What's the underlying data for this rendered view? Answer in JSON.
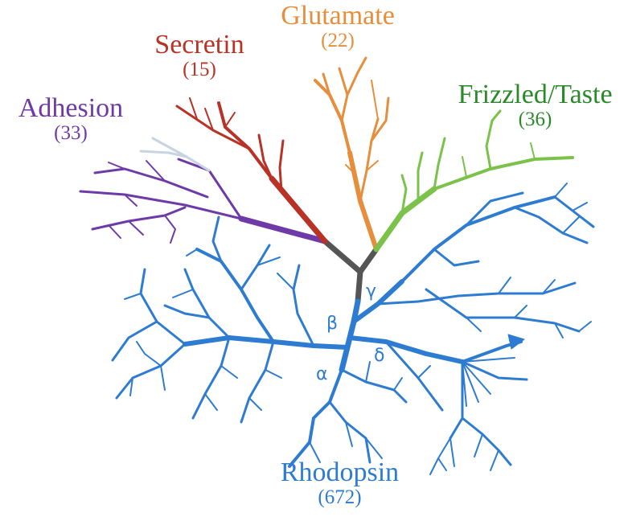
{
  "colors": {
    "rhodopsin": "#2e7cd1",
    "adhesion": "#6e3aa8",
    "secretin": "#b83226",
    "glutamate": "#e68e3c",
    "frizzled_taste": "#7bc24a",
    "frizzled_label": "#2a8a2a",
    "adhesion_light": "#c9d4e2",
    "trunk": "#555555"
  },
  "families": [
    {
      "key": "adhesion",
      "name": "Adhesion",
      "count": "(33)",
      "color": "#6e3aa8"
    },
    {
      "key": "secretin",
      "name": "Secretin",
      "count": "(15)",
      "color": "#b83226"
    },
    {
      "key": "glutamate",
      "name": "Glutamate",
      "count": "(22)",
      "color": "#e68e3c"
    },
    {
      "key": "frizzled_taste",
      "name": "Frizzled/Taste",
      "count": "(36)",
      "color": "#2a8a2a"
    },
    {
      "key": "rhodopsin",
      "name": "Rhodopsin",
      "count": "(672)",
      "color": "#2e7cd1"
    }
  ],
  "rhodopsin_groups": {
    "alpha": "α",
    "beta": "β",
    "gamma": "γ",
    "delta": "δ"
  }
}
